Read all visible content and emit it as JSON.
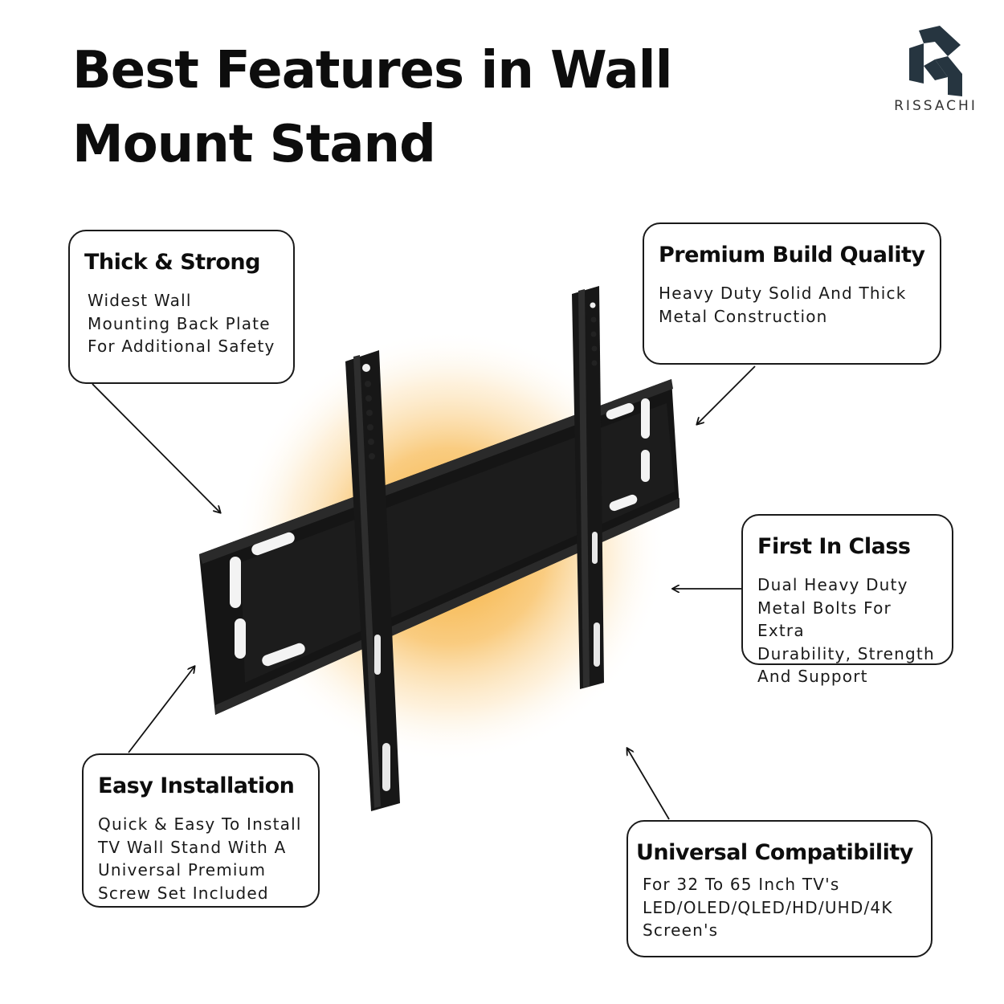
{
  "title": {
    "line1": "Best Features in Wall",
    "line2": "Mount Stand"
  },
  "brand": {
    "name": "RISSACHI",
    "logo_icon": "rissachi-logo-icon"
  },
  "features": {
    "thick": {
      "heading": "Thick & Strong",
      "text": "Widest Wall\nMounting Back Plate\nFor Additional Safety"
    },
    "premium": {
      "heading": "Premium Build Quality",
      "text": "Heavy Duty Solid And Thick\nMetal Construction"
    },
    "first": {
      "heading": "First In Class",
      "text": "Dual Heavy Duty\nMetal Bolts For Extra\nDurability, Strength\nAnd Support"
    },
    "easy": {
      "heading": "Easy Installation",
      "text": "Quick & Easy To Install\nTV Wall Stand With A\nUniversal Premium\nScrew Set Included"
    },
    "universal": {
      "heading": "Universal Compatibility",
      "text": "For 32 To 65 Inch  TV's\nLED/OLED/QLED/HD/UHD/4K\nScreen's"
    }
  },
  "colors": {
    "glow": "#f5a623",
    "product": "#141414",
    "border": "#1a1a1a"
  }
}
